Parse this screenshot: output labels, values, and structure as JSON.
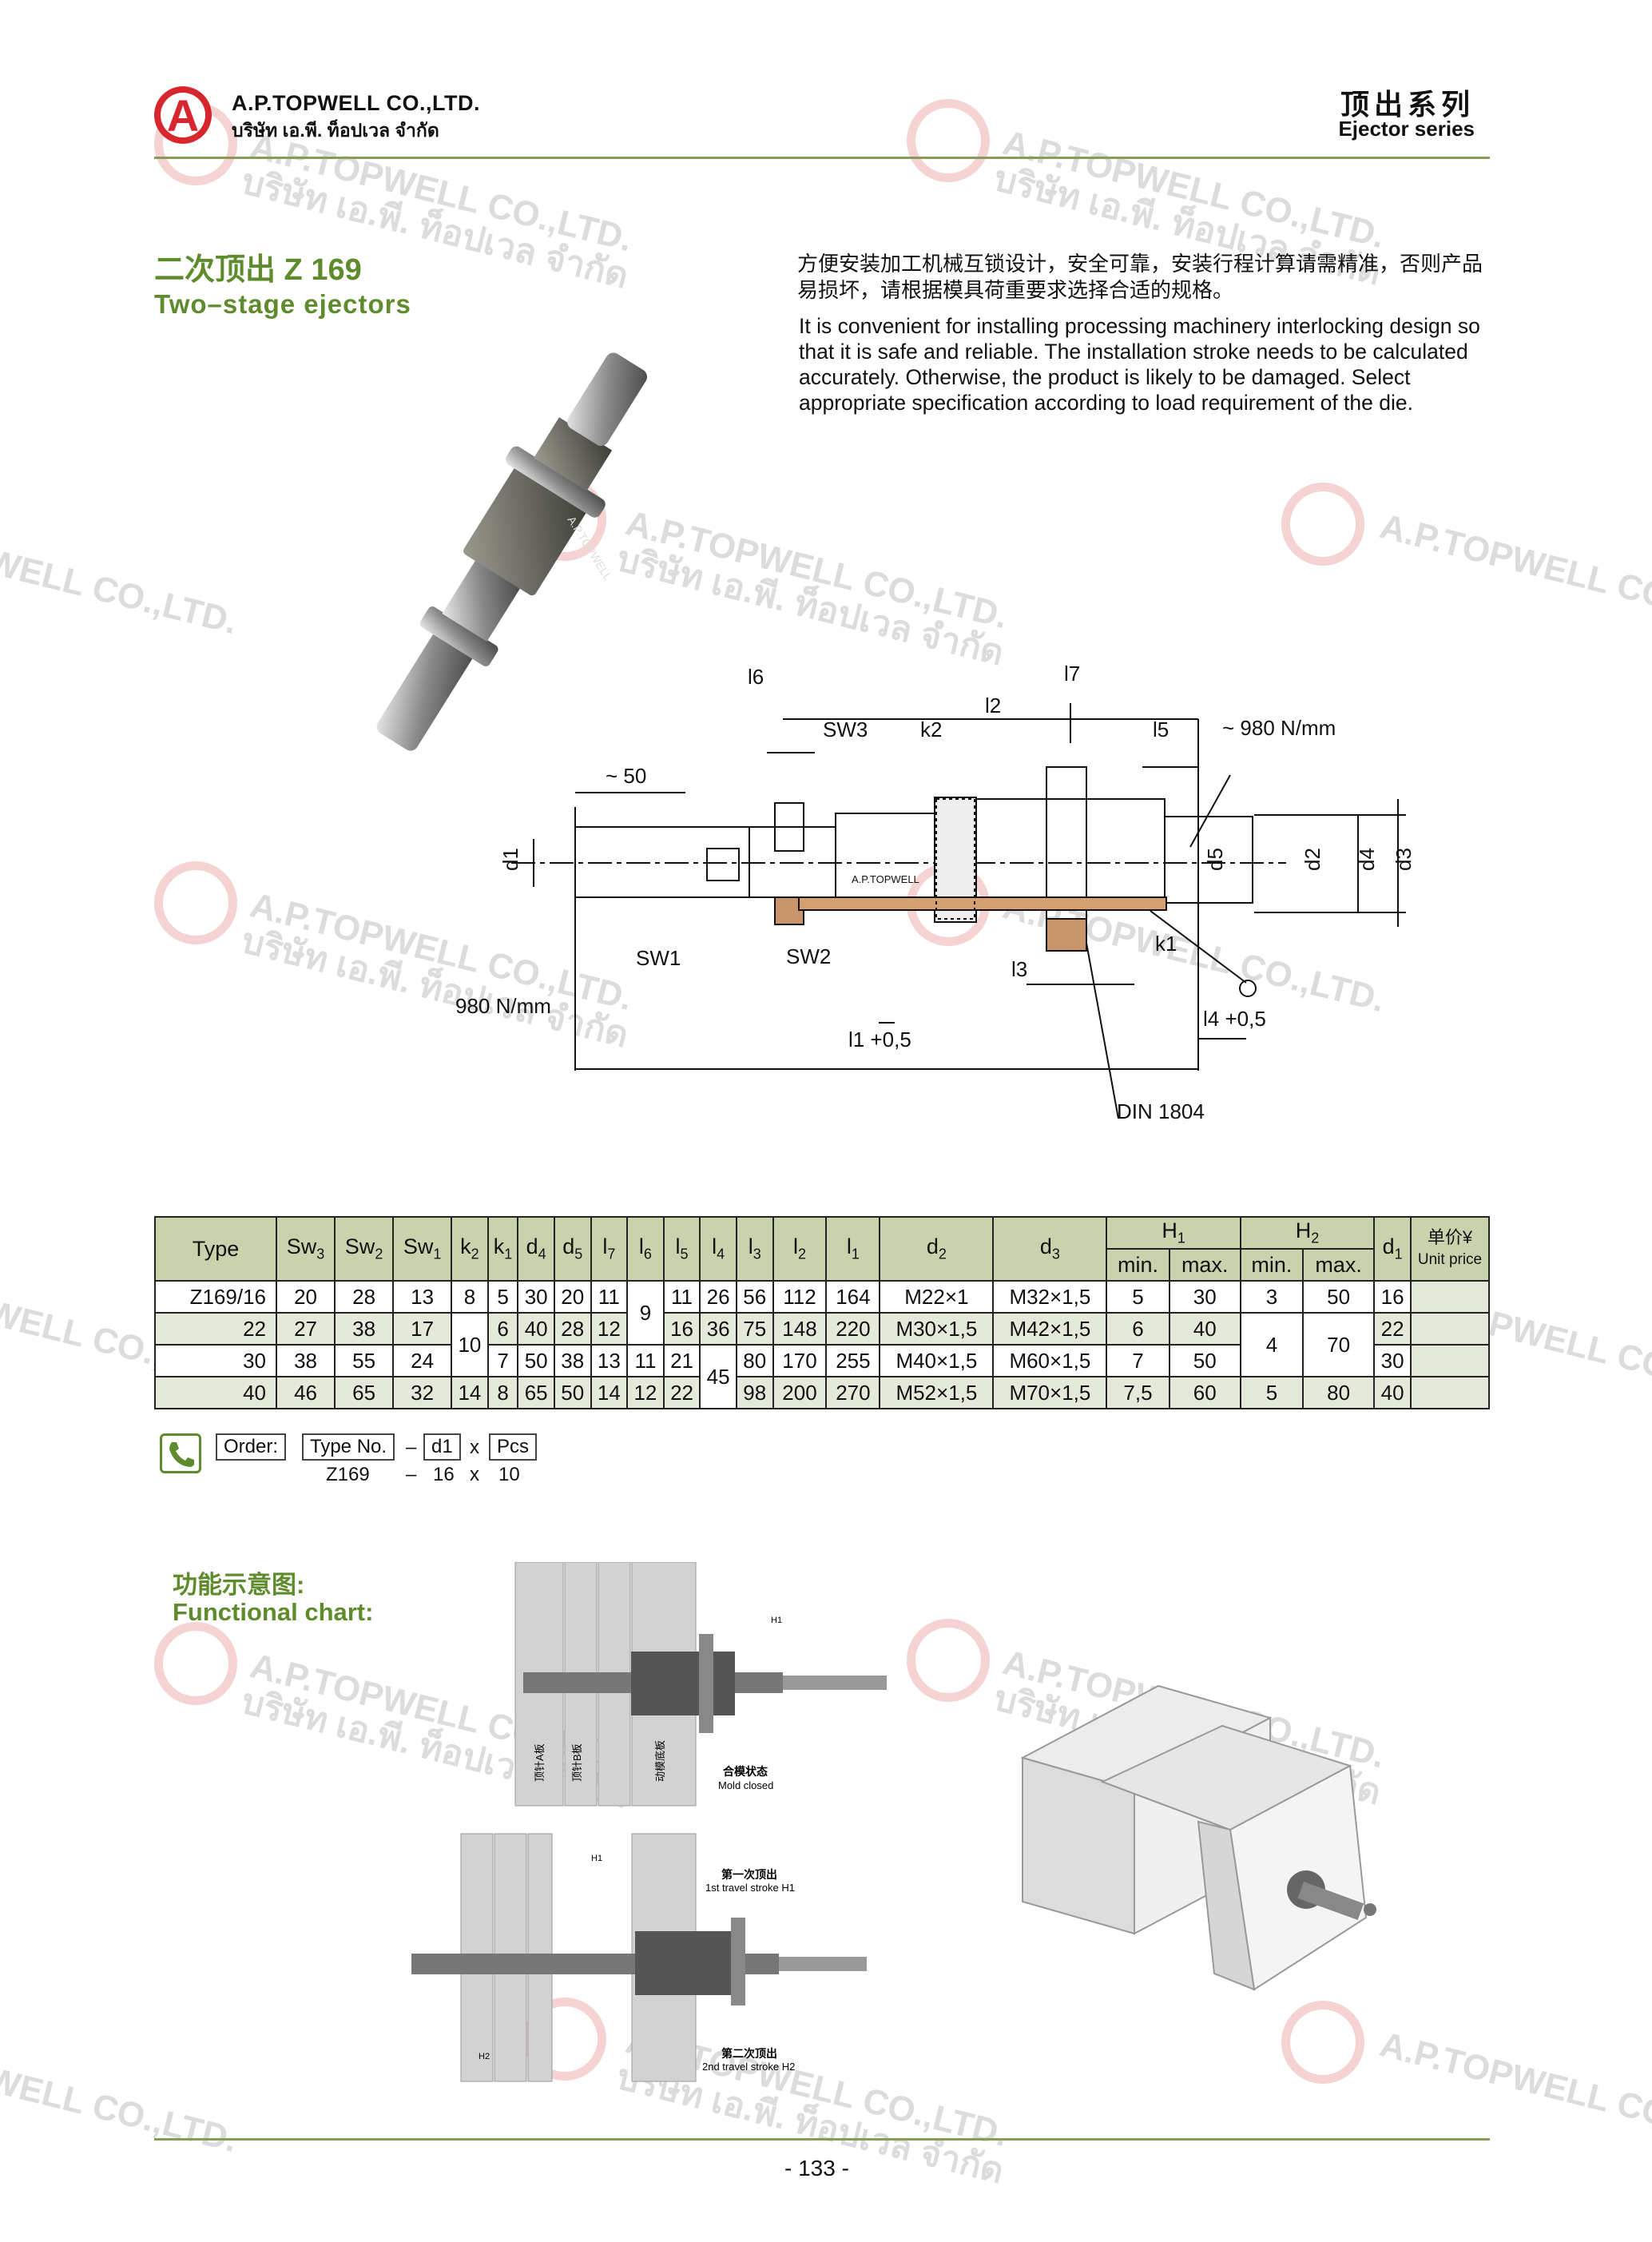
{
  "header": {
    "company_en": "A.P.TOPWELL CO.,LTD.",
    "company_th": "บริษัท เอ.พี. ท็อปเวล จำกัด",
    "series_cn": "顶出系列",
    "series_en": "Ejector series"
  },
  "watermark": {
    "line1": "A.P.TOPWELL CO.,LTD.",
    "line2": "บริษัท เอ.พี. ท็อปเวล จำกัด"
  },
  "product": {
    "title_cn": "二次顶出  Z 169",
    "title_en": "Two–stage ejectors",
    "desc_cn": "方便安装加工机械互锁设计，安全可靠，安装行程计算请需精准，否则产品易损坏，请根据模具荷重要求选择合适的规格。",
    "desc_en": "It is convenient for installing processing machinery interlocking design so that it is safe and reliable. The installation stroke needs to be calculated accurately. Otherwise, the product is likely to be damaged. Select appropriate specification according to load requirement of the die."
  },
  "drawing": {
    "l2": "l2",
    "l6": "l6",
    "l7": "l7",
    "l5": "l5",
    "sw3": "SW3",
    "k2": "k2",
    "force_top": "~ 980  N/mm",
    "approx50": "~ 50",
    "d1": "d1",
    "d5": "d5",
    "d2": "d2",
    "d4": "d4",
    "d3": "d3",
    "sw1": "SW1",
    "sw2": "SW2",
    "k1": "k1",
    "l3": "l3",
    "force_bottom": "980  N/mm",
    "l1": "l1 +0,5",
    "l4": "l4 +0,5",
    "din": "DIN  1804",
    "marking": "A.P.TOPWELL"
  },
  "table": {
    "headers": [
      "Type",
      "Sw3",
      "Sw2",
      "Sw1",
      "k2",
      "k1",
      "d4",
      "d5",
      "l7",
      "l6",
      "l5",
      "l4",
      "l3",
      "l2",
      "l1",
      "d2",
      "d3",
      "H1",
      "H2",
      "d1",
      "单价¥"
    ],
    "unit_price_en": "Unit price",
    "minmax": [
      "min.",
      "max.",
      "min.",
      "max."
    ],
    "rows": [
      [
        "Z169/16",
        "20",
        "28",
        "13",
        "8",
        "5",
        "30",
        "20",
        "11",
        "9",
        "11",
        "26",
        "56",
        "112",
        "164",
        "M22×1",
        "M32×1,5",
        "5",
        "30",
        "3",
        "50",
        "16",
        ""
      ],
      [
        "22",
        "27",
        "38",
        "17",
        "10",
        "6",
        "40",
        "28",
        "12",
        "",
        "16",
        "36",
        "75",
        "148",
        "220",
        "M30×1,5",
        "M42×1,5",
        "6",
        "40",
        "4",
        "70",
        "22",
        ""
      ],
      [
        "30",
        "38",
        "55",
        "24",
        "",
        "7",
        "50",
        "38",
        "13",
        "11",
        "21",
        "45",
        "80",
        "170",
        "255",
        "M40×1,5",
        "M60×1,5",
        "7",
        "50",
        "",
        "",
        "30",
        ""
      ],
      [
        "40",
        "46",
        "65",
        "32",
        "14",
        "8",
        "65",
        "50",
        "14",
        "12",
        "22",
        "",
        "98",
        "200",
        "270",
        "M52×1,5",
        "M70×1,5",
        "7,5",
        "60",
        "5",
        "80",
        "40",
        ""
      ]
    ]
  },
  "order": {
    "label": "Order:",
    "type_no": "Type No.",
    "dash": "–",
    "d1": "d1",
    "x": "x",
    "pcs": "Pcs",
    "example_type": "Z169",
    "example_d1": "16",
    "example_pcs": "10"
  },
  "functional": {
    "title_cn": "功能示意图:",
    "title_en": "Functional chart:",
    "state1_cn": "合模状态",
    "state1_en": "Mold closed",
    "state2_cn": "第一次顶出",
    "state2_en": "1st travel stroke H1",
    "state3_cn": "第二次顶出",
    "state3_en": "2nd travel stroke H2",
    "plate1": "顶针A板",
    "plate2": "顶针B板",
    "plate3": "动模底板",
    "h1": "H1",
    "h2": "H2"
  },
  "footer": {
    "page": "- 133 -"
  }
}
